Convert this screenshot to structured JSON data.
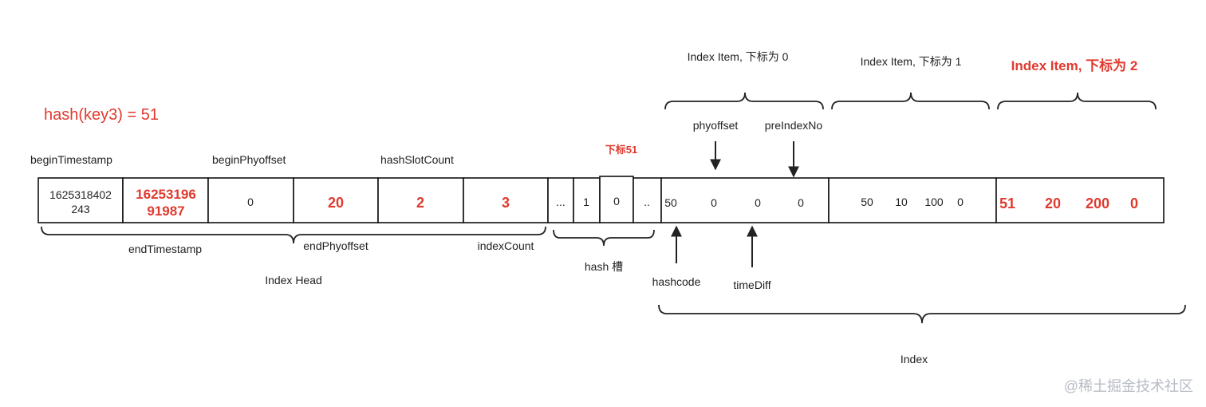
{
  "formula": "hash(key3) = 51",
  "slot_index_label": "下标51",
  "index_items": [
    {
      "title": "Index Item, 下标为 0",
      "highlight": false
    },
    {
      "title": "Index Item, 下标为 1",
      "highlight": false
    },
    {
      "title": "Index Item, 下标为 2",
      "highlight": true
    }
  ],
  "head_top_labels": {
    "begin_timestamp": "beginTimestamp",
    "begin_phyoffset": "beginPhyoffset",
    "hash_slot_count": "hashSlotCount"
  },
  "head_cells": {
    "begin_ts_line1": "1625318402",
    "begin_ts_line2": "243",
    "end_ts_line1": "16253196",
    "end_ts_line2": "91987",
    "begin_phyoffset": "0",
    "end_phyoffset": "20",
    "hash_slot_count": "2",
    "index_count": "3"
  },
  "head_bottom_labels": {
    "end_timestamp": "endTimestamp",
    "end_phyoffset": "endPhyoffset",
    "index_count": "indexCount"
  },
  "index_head_label": "Index Head",
  "slot_cells": [
    "...",
    "1",
    "0",
    ".."
  ],
  "hash_slot_label": "hash 槽",
  "field_labels": {
    "phyoffset": "phyoffset",
    "pre_index_no": "preIndexNo",
    "hashcode": "hashcode",
    "time_diff": "timeDiff"
  },
  "item_values": [
    [
      "50",
      "0",
      "0",
      "0"
    ],
    [
      "50",
      "10",
      "100",
      "0"
    ],
    [
      "51",
      "20",
      "200",
      "0"
    ]
  ],
  "index_label": "Index",
  "watermark": "@稀土掘金技术社区",
  "colors": {
    "accent_red": "#e03a2f",
    "ink": "#222222"
  }
}
